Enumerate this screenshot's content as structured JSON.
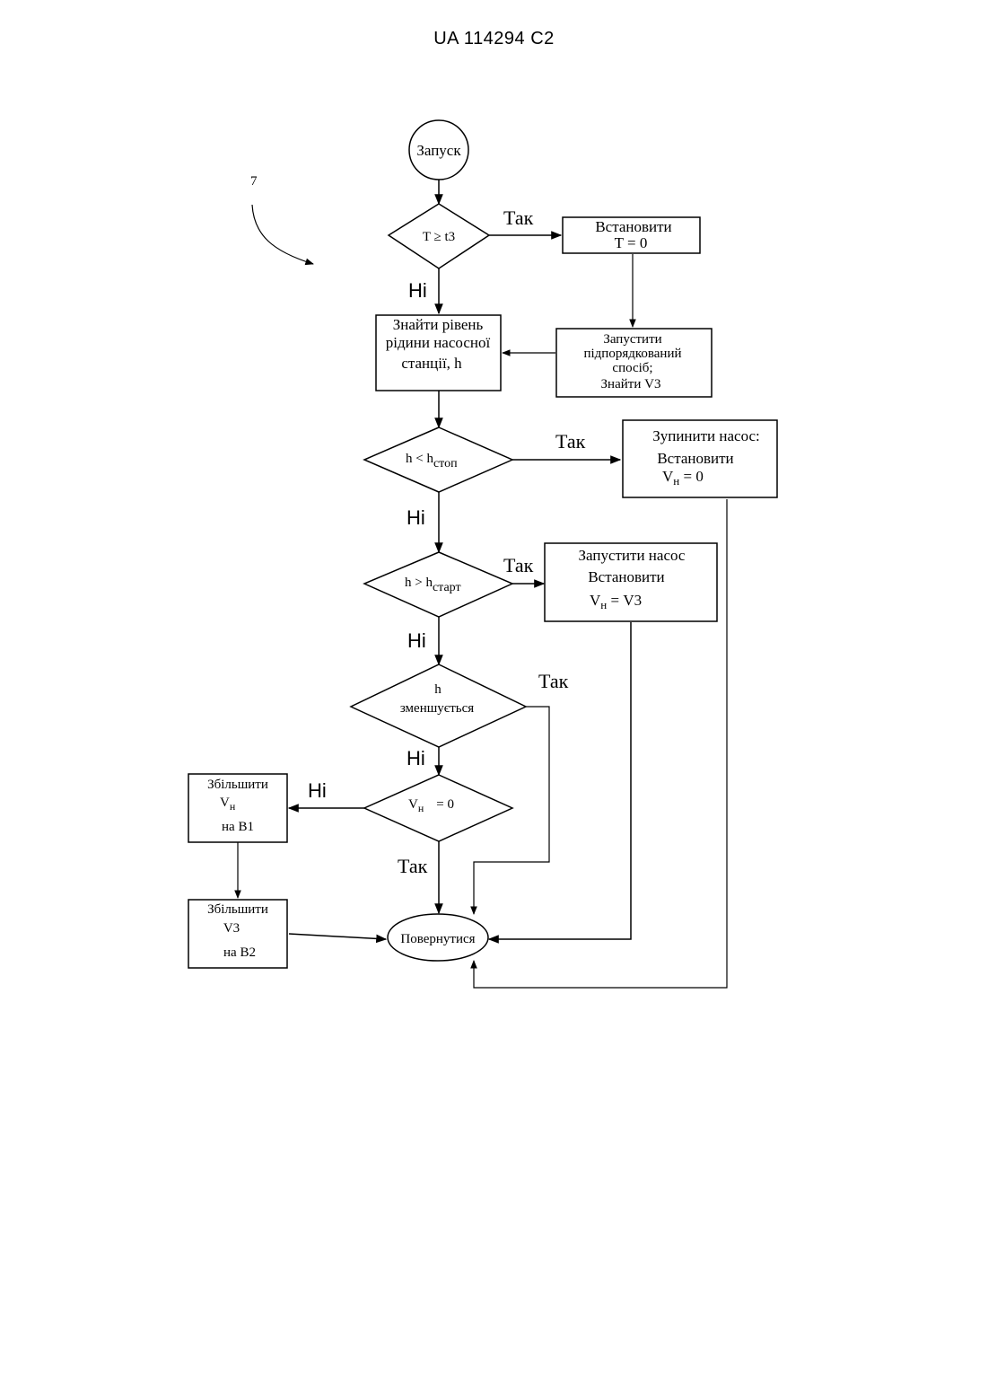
{
  "document": {
    "header": "UA   114294   C2",
    "figure_ref": "7"
  },
  "nodes": {
    "start": "Запуск",
    "check_t": "T ≥ t3",
    "set_t": {
      "line1": "Встановити",
      "line2": "T = 0"
    },
    "find_level": {
      "line1": "Знайти рівень",
      "line2": "рідини насосної",
      "line3": "станції,  h"
    },
    "sub_method": {
      "line1": "Запустити",
      "line2": "підпорядкований",
      "line3": "спосіб;",
      "line4": "Знайти  V3"
    },
    "check_stop": {
      "left": "h < h",
      "sub": "стоп"
    },
    "stop_pump": {
      "line1": "Зупинити насос:",
      "line2": "Встановити",
      "v": "V",
      "vsub": "н",
      "vrest": " = 0"
    },
    "check_start": {
      "left": "h > h",
      "sub": "старт"
    },
    "start_pump": {
      "line1": "Запустити насос",
      "line2": "Встановити",
      "v": "V",
      "vsub": "н",
      "vrest": " = V3"
    },
    "check_decr": {
      "line1": "h",
      "line2": "зменшується"
    },
    "check_vn": {
      "v": "V",
      "vsub": "н",
      "rest": "= 0"
    },
    "inc_vn": {
      "line1": "Збільшити",
      "v": "V",
      "vsub": "н",
      "line3": "на B1"
    },
    "inc_v3": {
      "line1": "Збільшити",
      "line2": "V3",
      "line3": "на B2"
    },
    "return": "Повернутися"
  },
  "edge_labels": {
    "yes1": "Так",
    "no1": "Ні",
    "yes2": "Так",
    "no2": "Ні",
    "yes3": "Так",
    "no3": "Ні",
    "yes4": "Так",
    "no4": "Ні",
    "no5": "Ні",
    "yes5": "Так"
  }
}
